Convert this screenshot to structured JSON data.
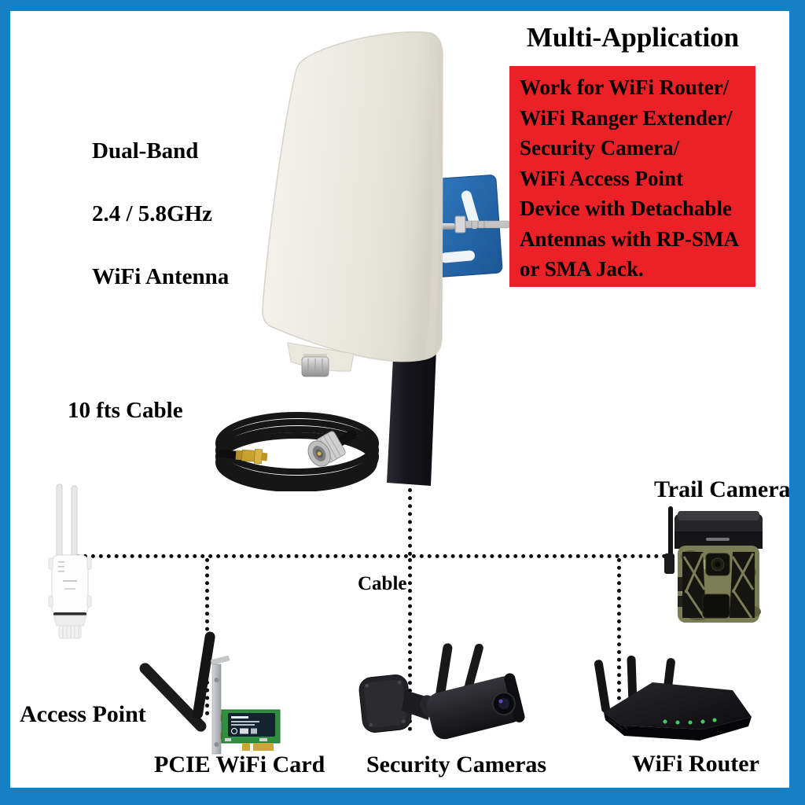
{
  "frame": {
    "border_color": "#1581c4",
    "background": "#ffffff"
  },
  "header": {
    "title": "Multi-Application"
  },
  "info_box": {
    "background_color": "#ea2127",
    "text_color": "#000000",
    "lines": [
      "Work for WiFi Router/",
      "WiFi Ranger Extender/",
      "Security Camera/",
      "WiFi Access Point",
      "Device with Detachable",
      "Antennas with RP-SMA",
      "or SMA Jack."
    ]
  },
  "product": {
    "name_lines": [
      "Dual-Band",
      "2.4 / 5.8GHz",
      "WiFi Antenna"
    ],
    "cable_note": "10 fts Cable",
    "bracket_color": "#2a6cb0",
    "panel_color": "#edebe4",
    "pole_color": "#17161d"
  },
  "connections": {
    "cable_label": "Cable",
    "line_style": "dotted",
    "line_color": "#0b0b0b"
  },
  "devices": {
    "access_point": {
      "label": "Access Point"
    },
    "pcie_wifi_card": {
      "label": "PCIE WiFi Card"
    },
    "security_cameras": {
      "label": "Security Cameras"
    },
    "wifi_router": {
      "label": "WiFi Router",
      "led_color": "#43d063"
    },
    "trail_camera": {
      "label": "Trail Camera"
    }
  }
}
